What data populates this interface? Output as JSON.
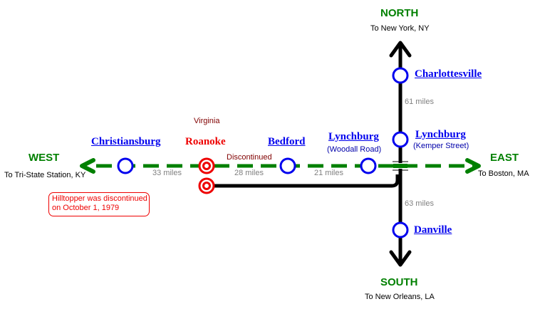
{
  "directions": {
    "north": {
      "label": "NORTH",
      "destination": "To New York, NY"
    },
    "south": {
      "label": "SOUTH",
      "destination": "To New Orleans, LA"
    },
    "west": {
      "label": "WEST",
      "destination": "To Tri-State Station, KY"
    },
    "east": {
      "label": "EAST",
      "destination": "To Boston, MA"
    }
  },
  "stations": {
    "charlottesville": {
      "name": "Charlottesville"
    },
    "lynchburg_kemper": {
      "name": "Lynchburg",
      "sub": "(Kemper Street)"
    },
    "danville": {
      "name": "Danville"
    },
    "christiansburg": {
      "name": "Christiansburg"
    },
    "roanoke": {
      "name": "Roanoke",
      "state": "Virginia"
    },
    "bedford": {
      "name": "Bedford"
    },
    "lynchburg_woodall": {
      "name": "Lynchburg",
      "sub": "(Woodall Road)"
    }
  },
  "distances": {
    "christiansburg_roanoke": "33 miles",
    "roanoke_bedford": "28 miles",
    "bedford_lynchburg": "21 miles",
    "charlottesville_lynchburg": "61 miles",
    "lynchburg_danville": "63 miles"
  },
  "status": {
    "discontinued_label": "Discontinued"
  },
  "note": {
    "text": "Hilltopper was discontinued on October 1, 1979"
  },
  "colors": {
    "discontinued_line": "#008000",
    "active_line": "#000000",
    "station_ring": "#0000ee",
    "terminal_ring": "#ee0000"
  }
}
